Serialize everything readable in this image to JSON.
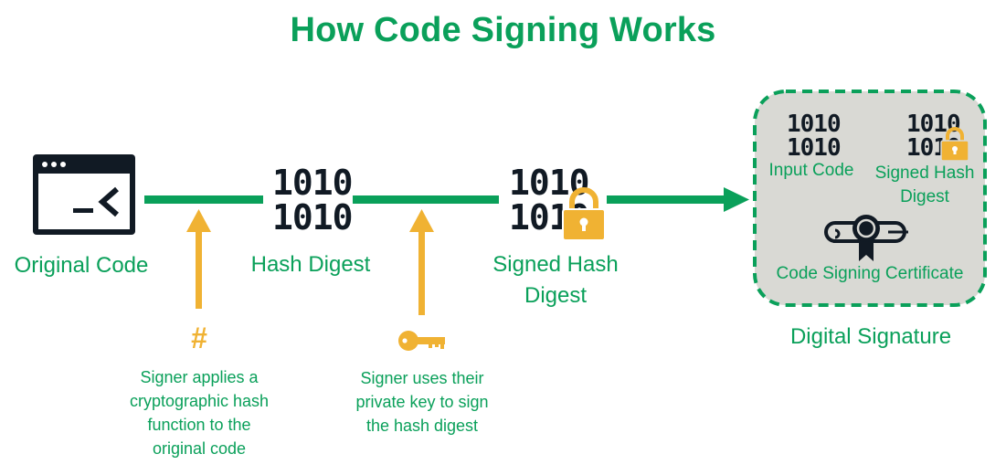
{
  "title": "How Code Signing Works",
  "steps": {
    "original_code": "Original Code",
    "hash_digest": "Hash Digest",
    "signed_hash_line1": "Signed Hash",
    "signed_hash_line2": "Digest",
    "digital_signature": "Digital Signature"
  },
  "binary": {
    "line1": "1010",
    "line2": "1010"
  },
  "notes": {
    "hash_symbol": "#",
    "hash_function": [
      "Signer applies a",
      "cryptographic hash",
      "function to the",
      "original code"
    ],
    "private_key": [
      "Signer uses their",
      "private key to sign",
      "the hash digest"
    ]
  },
  "signature_box": {
    "input_code": "Input Code",
    "signed_hash_line1": "Signed Hash",
    "signed_hash_line2": "Digest",
    "certificate": "Code Signing Certificate"
  },
  "colors": {
    "green": "#0aa05a",
    "gold": "#f0b233",
    "dark": "#111a24",
    "box_fill": "#d9d9d4"
  },
  "icons": {
    "code_window": "terminal-window-icon",
    "padlock": "padlock-icon",
    "key": "key-icon",
    "certificate": "certificate-icon"
  }
}
